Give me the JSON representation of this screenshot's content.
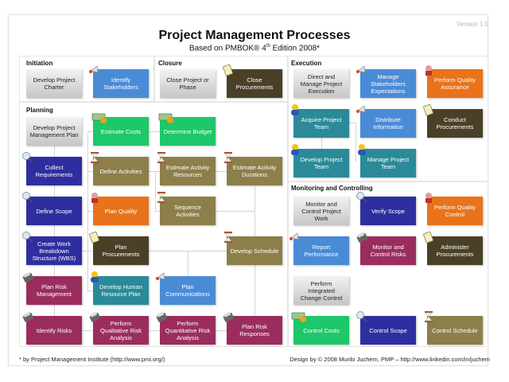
{
  "header": {
    "version": "Version 1.0",
    "title": "Project Management Processes",
    "subtitle_pre": "Based on PMBOK® 4",
    "subtitle_sup": "th",
    "subtitle_post": " Edition 2008*"
  },
  "colors": {
    "integration_gray": "#d0d0d0",
    "stakeholder_blue": "#4a8bd6",
    "procurement_dark": "#4a4028",
    "quality_orange": "#e8731a",
    "cost_green": "#1ec76a",
    "time_olive": "#8c7f4a",
    "scope_navy": "#2e2ea0",
    "risk_maroon": "#9b2d5e",
    "hr_teal": "#2a8a99",
    "communications_blue": "#4a8bd6"
  },
  "sections": {
    "initiation": {
      "label": "Initiation",
      "boxes": [
        {
          "label": "Develop Project Charter",
          "color": "gray",
          "icon": ""
        },
        {
          "label": "Identify Stakeholders",
          "color": "blue",
          "icon": "megaphone-icon"
        }
      ]
    },
    "closure": {
      "label": "Closure",
      "boxes": [
        {
          "label": "Close Project or Phase",
          "color": "gray",
          "icon": ""
        },
        {
          "label": "Close Procurements",
          "color": "dark",
          "icon": "contract-icon"
        }
      ]
    },
    "execution": {
      "label": "Execution",
      "boxes": [
        {
          "label": "Direct and Manage Project Execution",
          "color": "gray",
          "icon": ""
        },
        {
          "label": "Manage Stakeholders Expectations",
          "color": "blue",
          "icon": "megaphone-icon"
        },
        {
          "label": "Perform Quality Assurance",
          "color": "orange",
          "icon": "quality-icon"
        },
        {
          "label": "Acquire Project Team",
          "color": "teal",
          "icon": "worker-icon"
        },
        {
          "label": "Distribute Information",
          "color": "blue",
          "icon": "megaphone-icon"
        },
        {
          "label": "Conduct Procurements",
          "color": "dark",
          "icon": "contract-icon"
        },
        {
          "label": "Develop Project Team",
          "color": "teal",
          "icon": "worker-icon"
        },
        {
          "label": "Manage Project Team",
          "color": "teal",
          "icon": "worker-icon"
        }
      ]
    },
    "planning": {
      "label": "Planning",
      "boxes": [
        {
          "label": "Develop Project Management Plan",
          "color": "gray",
          "icon": ""
        },
        {
          "label": "Estimate Costs",
          "color": "green",
          "icon": "money-icon"
        },
        {
          "label": "Determine Budget",
          "color": "green",
          "icon": "money-icon"
        },
        {
          "label": "Collect Requirements",
          "color": "navy",
          "icon": "magnifier-icon"
        },
        {
          "label": "Define Activities",
          "color": "olive",
          "icon": "hourglass-icon"
        },
        {
          "label": "Estimate Activity Resources",
          "color": "olive",
          "icon": "hourglass-icon"
        },
        {
          "label": "Estimate Activity Durations",
          "color": "olive",
          "icon": "hourglass-icon"
        },
        {
          "label": "Define Scope",
          "color": "navy",
          "icon": "magnifier-icon"
        },
        {
          "label": "Plan Quality",
          "color": "orange",
          "icon": "quality-icon"
        },
        {
          "label": "Sequence Activities",
          "color": "olive",
          "icon": "hourglass-icon"
        },
        {
          "label": "Create Work Breakdown Structure (WBS)",
          "color": "navy",
          "icon": "magnifier-icon"
        },
        {
          "label": "Plan Procurements",
          "color": "dark",
          "icon": "contract-icon"
        },
        {
          "label": "Develop Schedule",
          "color": "olive",
          "icon": "hourglass-icon"
        },
        {
          "label": "Plan Risk Management",
          "color": "maroon",
          "icon": "cash-register-icon"
        },
        {
          "label": "Develop Human Resource Plan",
          "color": "teal",
          "icon": "worker-icon"
        },
        {
          "label": "Plan Communications",
          "color": "blue",
          "icon": "megaphone-icon"
        },
        {
          "label": "Identify Risks",
          "color": "maroon",
          "icon": "cash-register-icon"
        },
        {
          "label": "Perform Qualitative Risk Analysis",
          "color": "maroon",
          "icon": "cash-register-icon"
        },
        {
          "label": "Perform Quantitative Risk Analysis",
          "color": "maroon",
          "icon": "cash-register-icon"
        },
        {
          "label": "Plan Risk Responses",
          "color": "maroon",
          "icon": "cash-register-icon"
        }
      ]
    },
    "monitoring": {
      "label": "Monitoring and Controlling",
      "boxes": [
        {
          "label": "Monitor and Control Project Work",
          "color": "gray",
          "icon": ""
        },
        {
          "label": "Verify Scope",
          "color": "navy",
          "icon": "magnifier-icon"
        },
        {
          "label": "Perform Quality Control",
          "color": "orange",
          "icon": "quality-icon"
        },
        {
          "label": "Report Performance",
          "color": "blue",
          "icon": "megaphone-icon"
        },
        {
          "label": "Monitor and Control Risks",
          "color": "maroon",
          "icon": "cash-register-icon"
        },
        {
          "label": "Administer Procurements",
          "color": "dark",
          "icon": "contract-icon"
        },
        {
          "label": "Perform Integrated Change Control",
          "color": "gray",
          "icon": ""
        },
        {
          "label": "Control Costs",
          "color": "green",
          "icon": "money-icon"
        },
        {
          "label": "Control Scope",
          "color": "navy",
          "icon": "magnifier-icon"
        },
        {
          "label": "Control Schedule",
          "color": "olive",
          "icon": "hourglass-icon"
        }
      ]
    }
  },
  "footer": {
    "left": "* by Project Management Institute (http://www.pmi.org/)",
    "right": "Design by © 2008 Murilo Juchem, PMP – http://www.linkedin.com/in/juchem"
  }
}
